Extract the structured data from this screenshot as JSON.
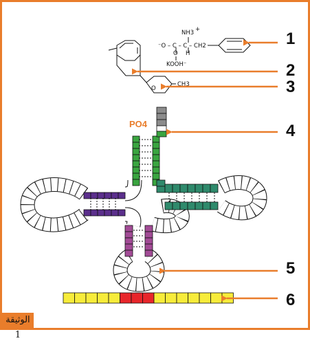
{
  "colors": {
    "frame": "#e97d2b",
    "arrow": "#e97d2b",
    "acceptor_stem": "#3aa540",
    "t_arm": "#2f8a6c",
    "d_arm": "#5b2f8c",
    "anticodon_arm": "#a24b96",
    "terminal_gray": "#8c8c8c",
    "codon_yellow": "#f7ec3a",
    "codon_red": "#e8262b"
  },
  "callouts": [
    {
      "number": "1"
    },
    {
      "number": "2"
    },
    {
      "number": "3"
    },
    {
      "number": "4"
    },
    {
      "number": "5"
    },
    {
      "number": "6"
    }
  ],
  "chemistry": {
    "nh3": "NH3",
    "plus": "+",
    "backbone": "⁻O – C – C – CH2",
    "o_label": "O",
    "h_label": "H",
    "kooh": "KOOH⁻",
    "ch3": "CH3",
    "ring_o": "O"
  },
  "trna": {
    "phosphate_label": "PO4"
  },
  "document_label": "الوثيقة 1"
}
